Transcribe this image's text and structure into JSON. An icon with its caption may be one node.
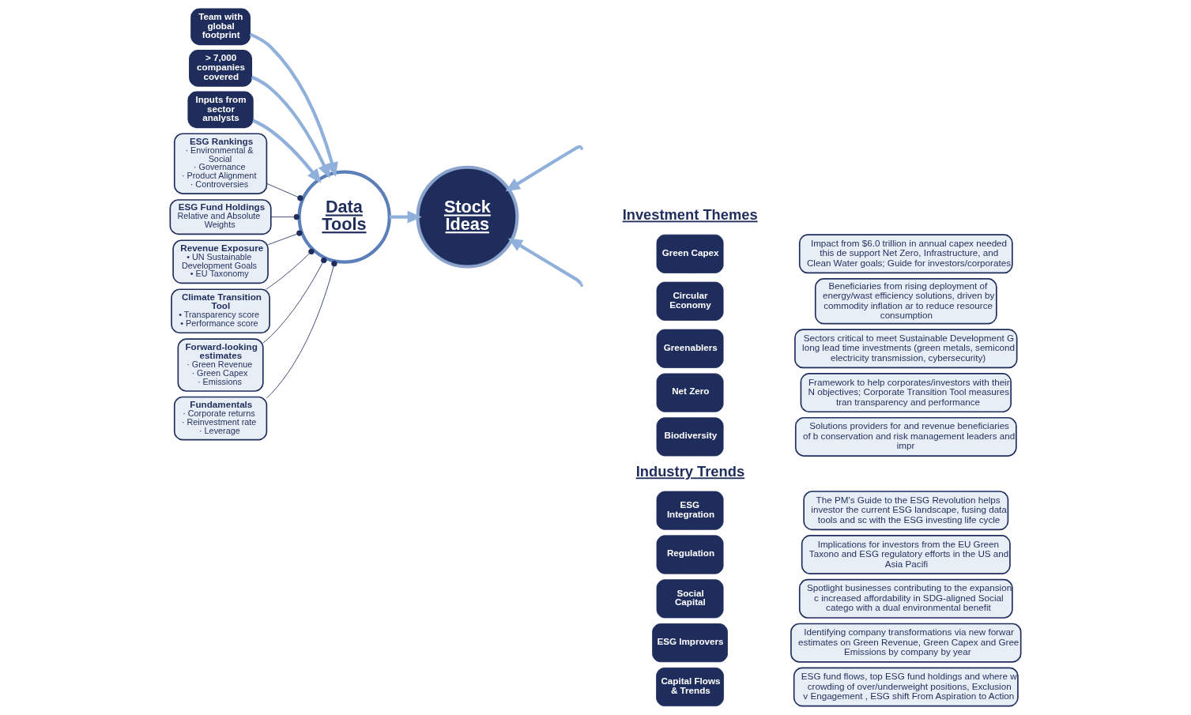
{
  "diagram": {
    "nodes": [
      {
        "text": [
          "Team with global footprint"
        ]
      },
      {
        "text": [
          "> 7,000 companies covered"
        ]
      },
      {
        "text": [
          "Inputs from sector analysts"
        ]
      },
      {
        "text": [
          "ESG Rankings",
          "· Environmental & Social",
          "· Governance",
          "· Product Alignment",
          "· Controversies"
        ]
      },
      {
        "text": [
          "ESG Fund Holdings",
          "Relative and Absolute Weights"
        ]
      },
      {
        "text": [
          "Data Tools"
        ]
      },
      {
        "text": [
          "Revenue Exposure",
          "• UN Sustainable Development Goals",
          "• EU Taxonomy"
        ]
      },
      {
        "text": [
          "Climate Transition Tool",
          "• Transparency score",
          "• Performance score"
        ]
      },
      {
        "text": [
          "Forward-looking estimates",
          "· Green Revenue",
          "· Green Capex",
          "· Emissions"
        ]
      },
      {
        "text": [
          "Fundamentals",
          "· Corporate returns",
          "· Reinvestment rate",
          "· Leverage"
        ]
      },
      {
        "text": [
          "Stock Ideas"
        ]
      },
      {
        "text": [
          "Green Capex"
        ]
      },
      {
        "text": [
          "Impact from $6.0 trillion in annual capex needed this de support Net Zero, Infrastructure, and Clean Water goals; Guide for investors/corporates"
        ]
      },
      {
        "text": [
          "Circular Economy"
        ]
      },
      {
        "text": [
          "Beneficiaries from rising deployment of energy/wast efficiency solutions, driven by commodity inflation ar to reduce resource consumption"
        ]
      },
      {
        "text": [
          "Greenablers"
        ]
      },
      {
        "text": [
          "Sectors critical to meet Sustainable Development G long lead time investments (green metals, semicond electricity transmission, cybersecurity)"
        ]
      },
      {
        "text": [
          "Net Zero"
        ]
      },
      {
        "text": [
          "Framework to help corporates/investors with their N objectives; Corporate Transition Tool measures tran transparency and performance"
        ]
      },
      {
        "text": [
          "Biodiversity"
        ]
      },
      {
        "text": [
          "Solutions providers for and revenue beneficiaries of b conservation and risk management leaders and impr"
        ]
      },
      {
        "text": [
          "ESG Integration"
        ]
      },
      {
        "text": [
          "The PM’s Guide to the ESG Revolution helps investor the current ESG landscape, fusing data tools and sc with the ESG investing life cycle"
        ]
      },
      {
        "text": [
          "Regulation"
        ]
      },
      {
        "text": [
          "Implications for investors from the EU Green Taxono and ESG regulatory efforts in the US and Asia Pacifi"
        ]
      },
      {
        "text": [
          "Social Capital"
        ]
      },
      {
        "text": [
          "Spotlight businesses contributing to the expansion c increased affordability in SDG-aligned Social catego with a dual environmental benefit"
        ]
      },
      {
        "text": [
          "ESG Improvers"
        ]
      },
      {
        "text": [
          "Identifying company transformations via new forwar estimates on Green Revenue, Green Capex and Gree Emissions by company by year"
        ]
      },
      {
        "text": [
          "Capital Flows & Trends"
        ]
      },
      {
        "text": [
          "ESG fund flows, top ESG fund holdings and where w crowding of over/underweight positions, Exclusion v Engagement , ESG shift From Aspiration to Action"
        ]
      }
    ],
    "edges": [
      {
        "from": 0,
        "to": 5,
        "arrow": "to",
        "style": "thick",
        "color": "#8fb0da"
      },
      {
        "from": 1,
        "to": 5,
        "arrow": "to",
        "style": "thick",
        "color": "#8fb0da"
      },
      {
        "from": 2,
        "to": 5,
        "arrow": "to",
        "style": "thick",
        "color": "#8fb0da"
      },
      {
        "from": 3,
        "to": 5,
        "arrow": "other",
        "color": "#1f2d5c"
      },
      {
        "from": 4,
        "to": 5,
        "arrow": "other",
        "color": "#1f2d5c"
      },
      {
        "from": 6,
        "to": 5,
        "arrow": "other",
        "color": "#1f2d5c"
      },
      {
        "from": 7,
        "to": 5,
        "arrow": "other",
        "color": "#1f2d5c"
      },
      {
        "from": 8,
        "to": 5,
        "arrow": "other",
        "color": "#1f2d5c"
      },
      {
        "from": 9,
        "to": 5,
        "arrow": "other",
        "color": "#1f2d5c"
      },
      {
        "from": 5,
        "to": 10,
        "arrow": "to",
        "style": "thick",
        "color": "#8fb0da"
      },
      {
        "from": null,
        "to": 10,
        "arrow": "to",
        "style": "thick",
        "color": "#8fb0da"
      },
      {
        "from": null,
        "to": 10,
        "arrow": "to",
        "style": "thick",
        "color": "#8fb0da"
      }
    ],
    "labels": [
      "Investment Themes",
      "Industry Trends"
    ]
  }
}
